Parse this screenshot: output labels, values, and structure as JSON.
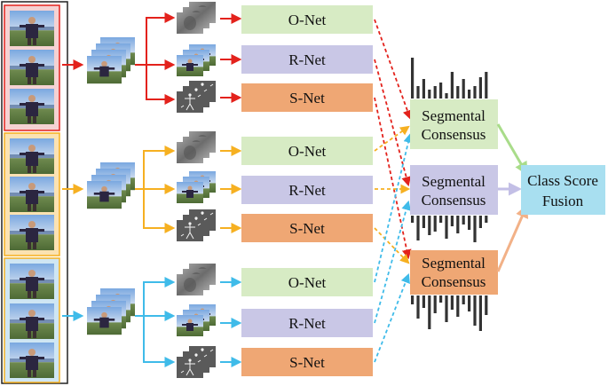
{
  "colors": {
    "red": "#e3221c",
    "orange": "#f6b021",
    "blue": "#3fbbe9",
    "onet_fill": "#d7ebc4",
    "rnet_fill": "#c9c7e6",
    "snet_fill": "#efa774",
    "consensus_green": "#d7ebc4",
    "consensus_purple": "#c9c7e6",
    "consensus_orange": "#efa774",
    "fusion_fill": "#a8dff0",
    "green_arrow": "#a9dc8a",
    "purple_arrow": "#c3bfe6",
    "orange_arrow": "#f2b187"
  },
  "networks": [
    {
      "onet": "O-Net",
      "rnet": "R-Net",
      "snet": "S-Net"
    },
    {
      "onet": "O-Net",
      "rnet": "R-Net",
      "snet": "S-Net"
    },
    {
      "onet": "O-Net",
      "rnet": "R-Net",
      "snet": "S-Net"
    }
  ],
  "consensus": [
    {
      "line1": "Segmental",
      "line2": "Consensus"
    },
    {
      "line1": "Segmental",
      "line2": "Consensus"
    },
    {
      "line1": "Segmental",
      "line2": "Consensus"
    }
  ],
  "fusion": {
    "line1": "Class Score",
    "line2": "Fusion"
  },
  "icons": {
    "frame": "video-frame-icon",
    "stack": "frame-stack-icon",
    "flow": "optical-flow-icon",
    "skeleton": "skeleton-icon",
    "bars": "score-bars-icon"
  }
}
